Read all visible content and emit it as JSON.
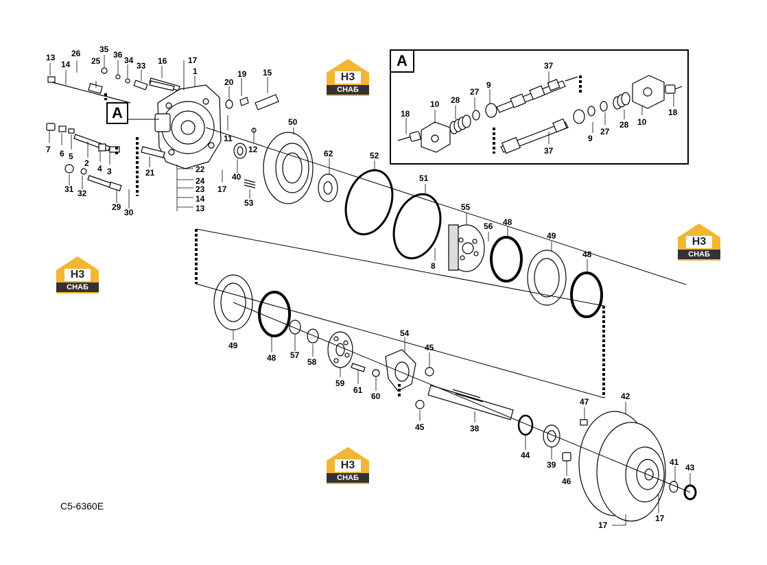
{
  "figure_code": "C5-6360E",
  "detail_tag": "A",
  "watermark": {
    "top": "H3",
    "bottom": "СНАБ",
    "colors": {
      "roof": "#f2b632",
      "band": "#333333"
    }
  },
  "part_numbers_main": [
    "13",
    "26",
    "14",
    "25",
    "35",
    "36",
    "34",
    "33",
    "16",
    "17",
    "1",
    "20",
    "19",
    "15",
    "11",
    "12",
    "7",
    "6",
    "5",
    "2",
    "4",
    "3",
    "21",
    "22",
    "24",
    "23",
    "14",
    "13",
    "17",
    "31",
    "32",
    "29",
    "30",
    "40",
    "53",
    "50",
    "62",
    "52",
    "51",
    "55",
    "56",
    "48",
    "8",
    "49",
    "48",
    "49",
    "48",
    "57",
    "58",
    "59",
    "61",
    "60",
    "54",
    "45",
    "45",
    "38",
    "44",
    "39",
    "46",
    "47",
    "42",
    "41",
    "43",
    "17",
    "17"
  ],
  "part_numbers_inset": [
    "37",
    "18",
    "10",
    "28",
    "27",
    "9",
    "37",
    "18",
    "10",
    "28",
    "27",
    "9"
  ]
}
